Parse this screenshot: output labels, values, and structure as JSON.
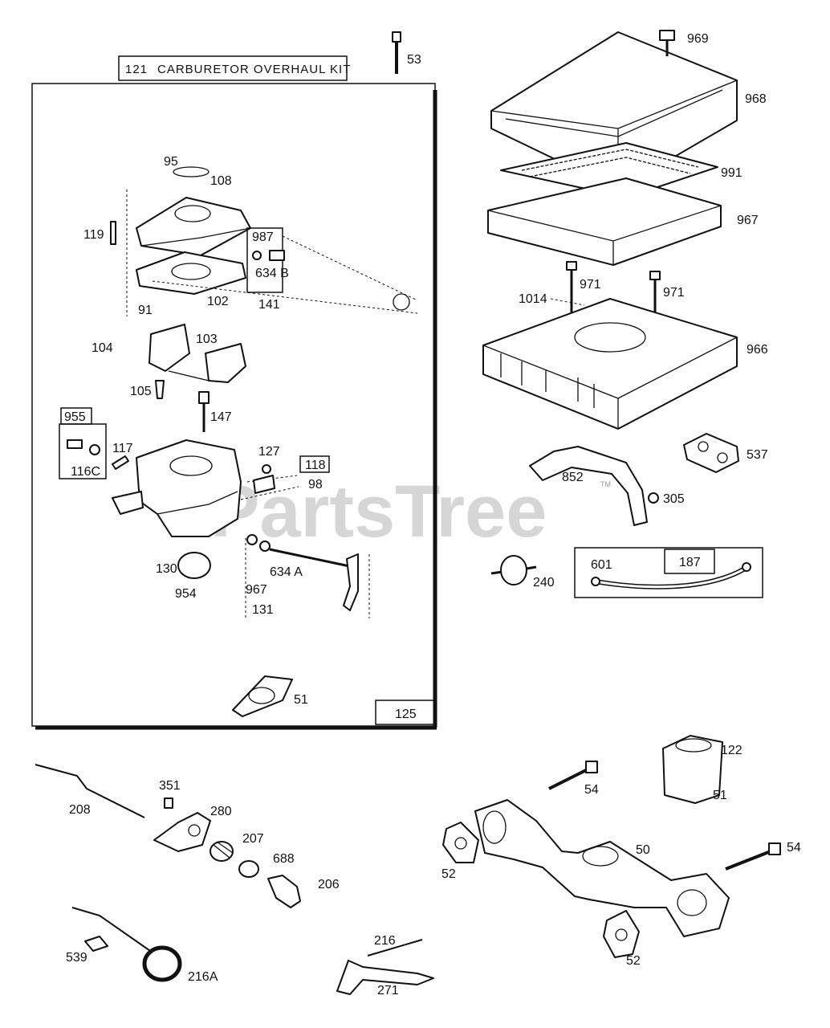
{
  "watermark": "PartsTree",
  "watermark_tm": "TM",
  "kit": {
    "number": "121",
    "title": "CARBURETOR OVERHAUL KIT",
    "box_number": "125"
  },
  "labels": {
    "p53": "53",
    "p969": "969",
    "p968": "968",
    "p991": "991",
    "p967_filter": "967",
    "p971a": "971",
    "p971b": "971",
    "p1014": "1014",
    "p966": "966",
    "p537": "537",
    "p852": "852",
    "p305": "305",
    "p240": "240",
    "p601": "601",
    "p187": "187",
    "p95": "95",
    "p108": "108",
    "p119": "119",
    "p987": "987",
    "p634b": "634 B",
    "p91": "91",
    "p102": "102",
    "p141": "141",
    "p104": "104",
    "p103": "103",
    "p105": "105",
    "p147": "147",
    "p955": "955",
    "p117": "117",
    "p116c": "116C",
    "p127": "127",
    "p118": "118",
    "p98": "98",
    "p130": "130",
    "p954": "954",
    "p967b": "967",
    "p634a": "634 A",
    "p131": "131",
    "p51a": "51",
    "p351": "351",
    "p280": "280",
    "p208": "208",
    "p207": "207",
    "p688": "688",
    "p206": "206",
    "p539": "539",
    "p216a": "216A",
    "p216": "216",
    "p271": "271",
    "p54a": "54",
    "p122": "122",
    "p51b": "51",
    "p50": "50",
    "p52a": "52",
    "p54b": "54",
    "p52b": "52"
  }
}
